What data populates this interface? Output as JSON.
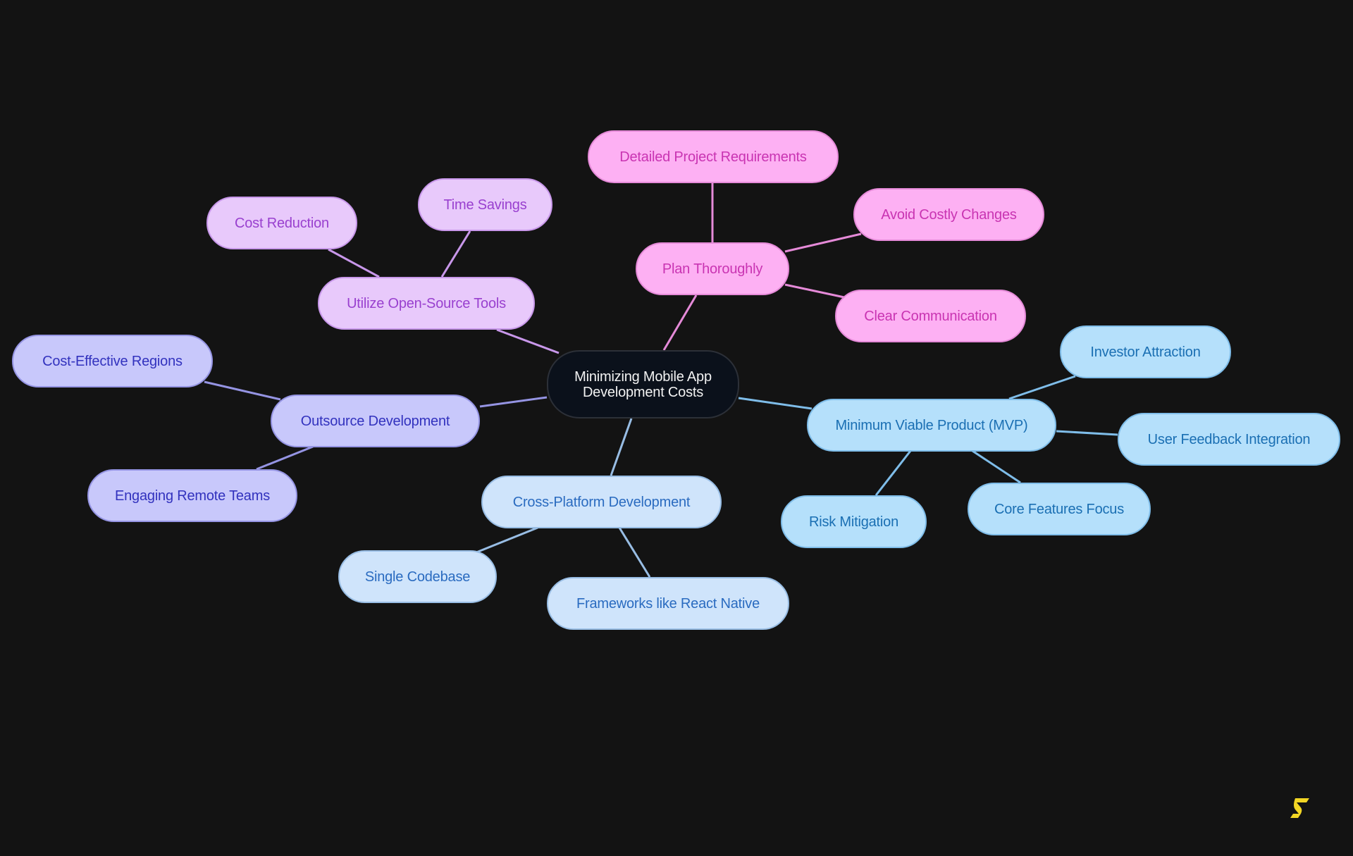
{
  "diagram": {
    "type": "mind-map",
    "background": "#131313",
    "center": {
      "label": "Minimizing Mobile App Development Costs"
    },
    "branches": [
      {
        "label": "Plan Thoroughly",
        "color": "#fdb0f3",
        "children": [
          "Detailed Project Requirements",
          "Avoid Costly Changes",
          "Clear Communication"
        ]
      },
      {
        "label": "Utilize Open-Source Tools",
        "color": "#e8c9fb",
        "children": [
          "Cost Reduction",
          "Time Savings"
        ]
      },
      {
        "label": "Outsource Development",
        "color": "#c8c8fb",
        "children": [
          "Cost-Effective Regions",
          "Engaging Remote Teams"
        ]
      },
      {
        "label": "Cross-Platform Development",
        "color": "#cfe4fb",
        "children": [
          "Single Codebase",
          "Frameworks like React Native"
        ]
      },
      {
        "label": "Minimum Viable Product (MVP)",
        "color": "#b5e0fb",
        "children": [
          "Investor Attraction",
          "User Feedback Integration",
          "Risk Mitigation",
          "Core Features Focus"
        ]
      }
    ]
  },
  "logo": {
    "icon": "s-logo-icon",
    "color": "#f2d624"
  }
}
